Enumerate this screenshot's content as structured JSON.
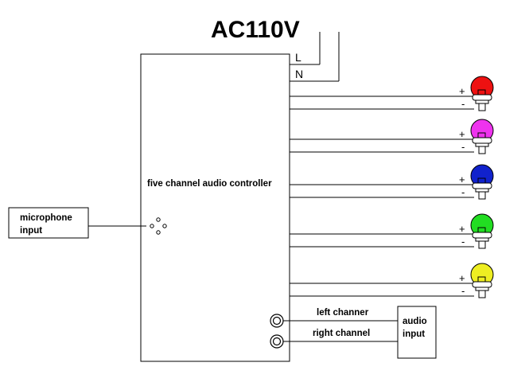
{
  "power": {
    "title": "AC110V",
    "line_label": "L",
    "neutral_label": "N"
  },
  "controller": {
    "label": "five channel audio controller"
  },
  "microphone": {
    "label_line1": "microphone",
    "label_line2": "input"
  },
  "audio_input": {
    "label_line1": "audio",
    "label_line2": "input",
    "left_label": "left channer",
    "right_label": "right channel"
  },
  "channels": [
    {
      "color": "#ee1111",
      "plus": "+",
      "minus": "-"
    },
    {
      "color": "#ee33ee",
      "plus": "+",
      "minus": "-"
    },
    {
      "color": "#1122cc",
      "plus": "+",
      "minus": "-"
    },
    {
      "color": "#22dd22",
      "plus": "+",
      "minus": "-"
    },
    {
      "color": "#eeee22",
      "plus": "+",
      "minus": "-"
    }
  ]
}
